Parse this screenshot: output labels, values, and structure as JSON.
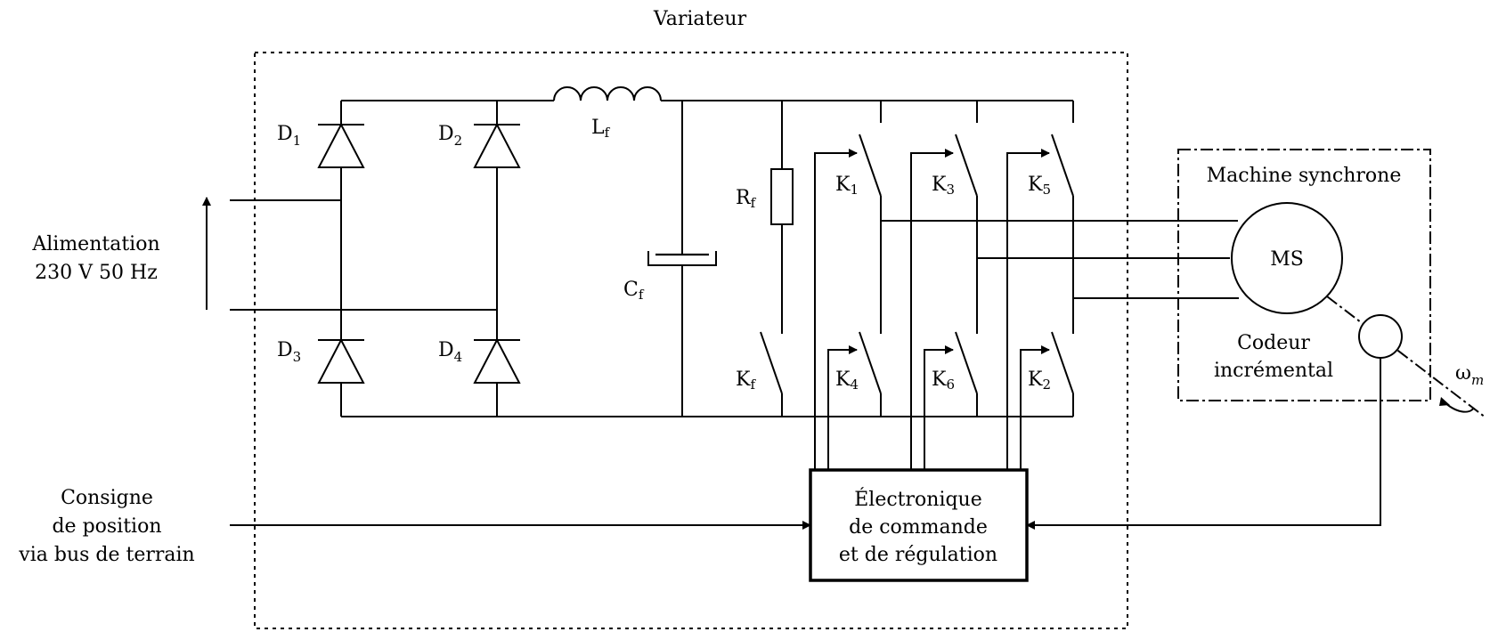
{
  "title": "Variateur",
  "supply": {
    "line1": "Alimentation",
    "line2": "230 V 50 Hz"
  },
  "setpoint": {
    "line1": "Consigne",
    "line2": "de position",
    "line3": "via bus de terrain"
  },
  "rectifier": {
    "d1": "D",
    "d1_sub": "1",
    "d2": "D",
    "d2_sub": "2",
    "d3": "D",
    "d3_sub": "3",
    "d4": "D",
    "d4_sub": "4"
  },
  "filter": {
    "inductor": "L",
    "inductor_sub": "f",
    "capacitor": "C",
    "capacitor_sub": "f"
  },
  "brake": {
    "resistor": "R",
    "resistor_sub": "f",
    "switch": "K",
    "switch_sub": "f"
  },
  "inverter": {
    "k1": "K",
    "k1_sub": "1",
    "k3": "K",
    "k3_sub": "3",
    "k5": "K",
    "k5_sub": "5",
    "k4": "K",
    "k4_sub": "4",
    "k6": "K",
    "k6_sub": "6",
    "k2": "K",
    "k2_sub": "2"
  },
  "control": {
    "line1": "Électronique",
    "line2": "de commande",
    "line3": "et de régulation"
  },
  "machine": {
    "box_title": "Machine synchrone",
    "motor": "MS",
    "encoder_line1": "Codeur",
    "encoder_line2": "incrémental",
    "speed": "ω",
    "speed_sub": "m"
  }
}
